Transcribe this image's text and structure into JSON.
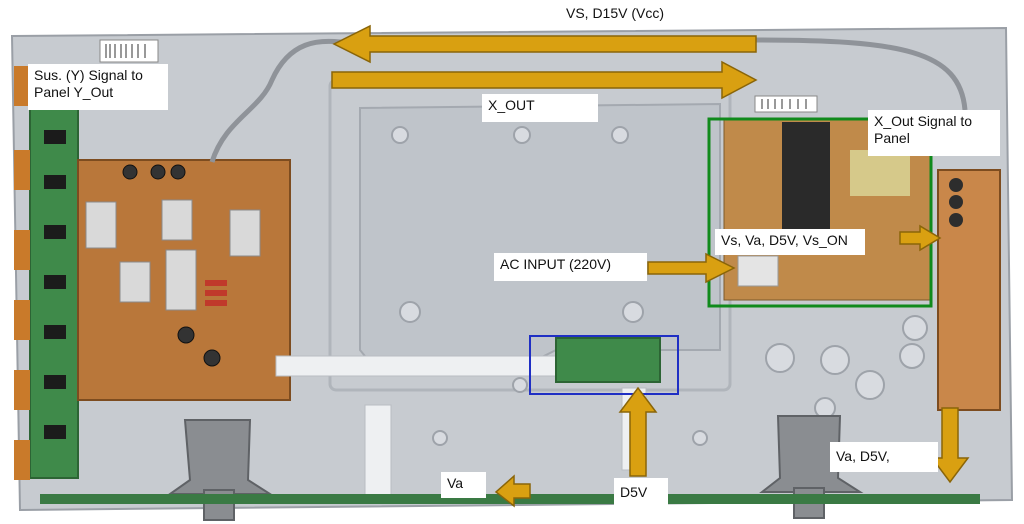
{
  "labels": {
    "vs_d15v": "VS, D15V (Vcc)",
    "sus_signal": "Sus. (Y) Signal to\nPanel  Y_Out",
    "x_out": "X_OUT",
    "x_out_signal": "X_Out  Signal to\nPanel",
    "vs_va_d5v_vs_on": "Vs, Va, D5V, Vs_ON",
    "ac_input": "AC INPUT (220V)",
    "va_d5v": "Va, D5V,",
    "va": "Va",
    "d5v": "D5V"
  },
  "colors": {
    "arrow": "#d9a011",
    "arrow_outline": "#8a6508",
    "highlight_green": "#108a1c",
    "highlight_blue": "#1f2fc4",
    "pcb_brown": "#b9773a",
    "pcb_green": "#3f8a4a",
    "chassis": "#c9ccd1"
  }
}
